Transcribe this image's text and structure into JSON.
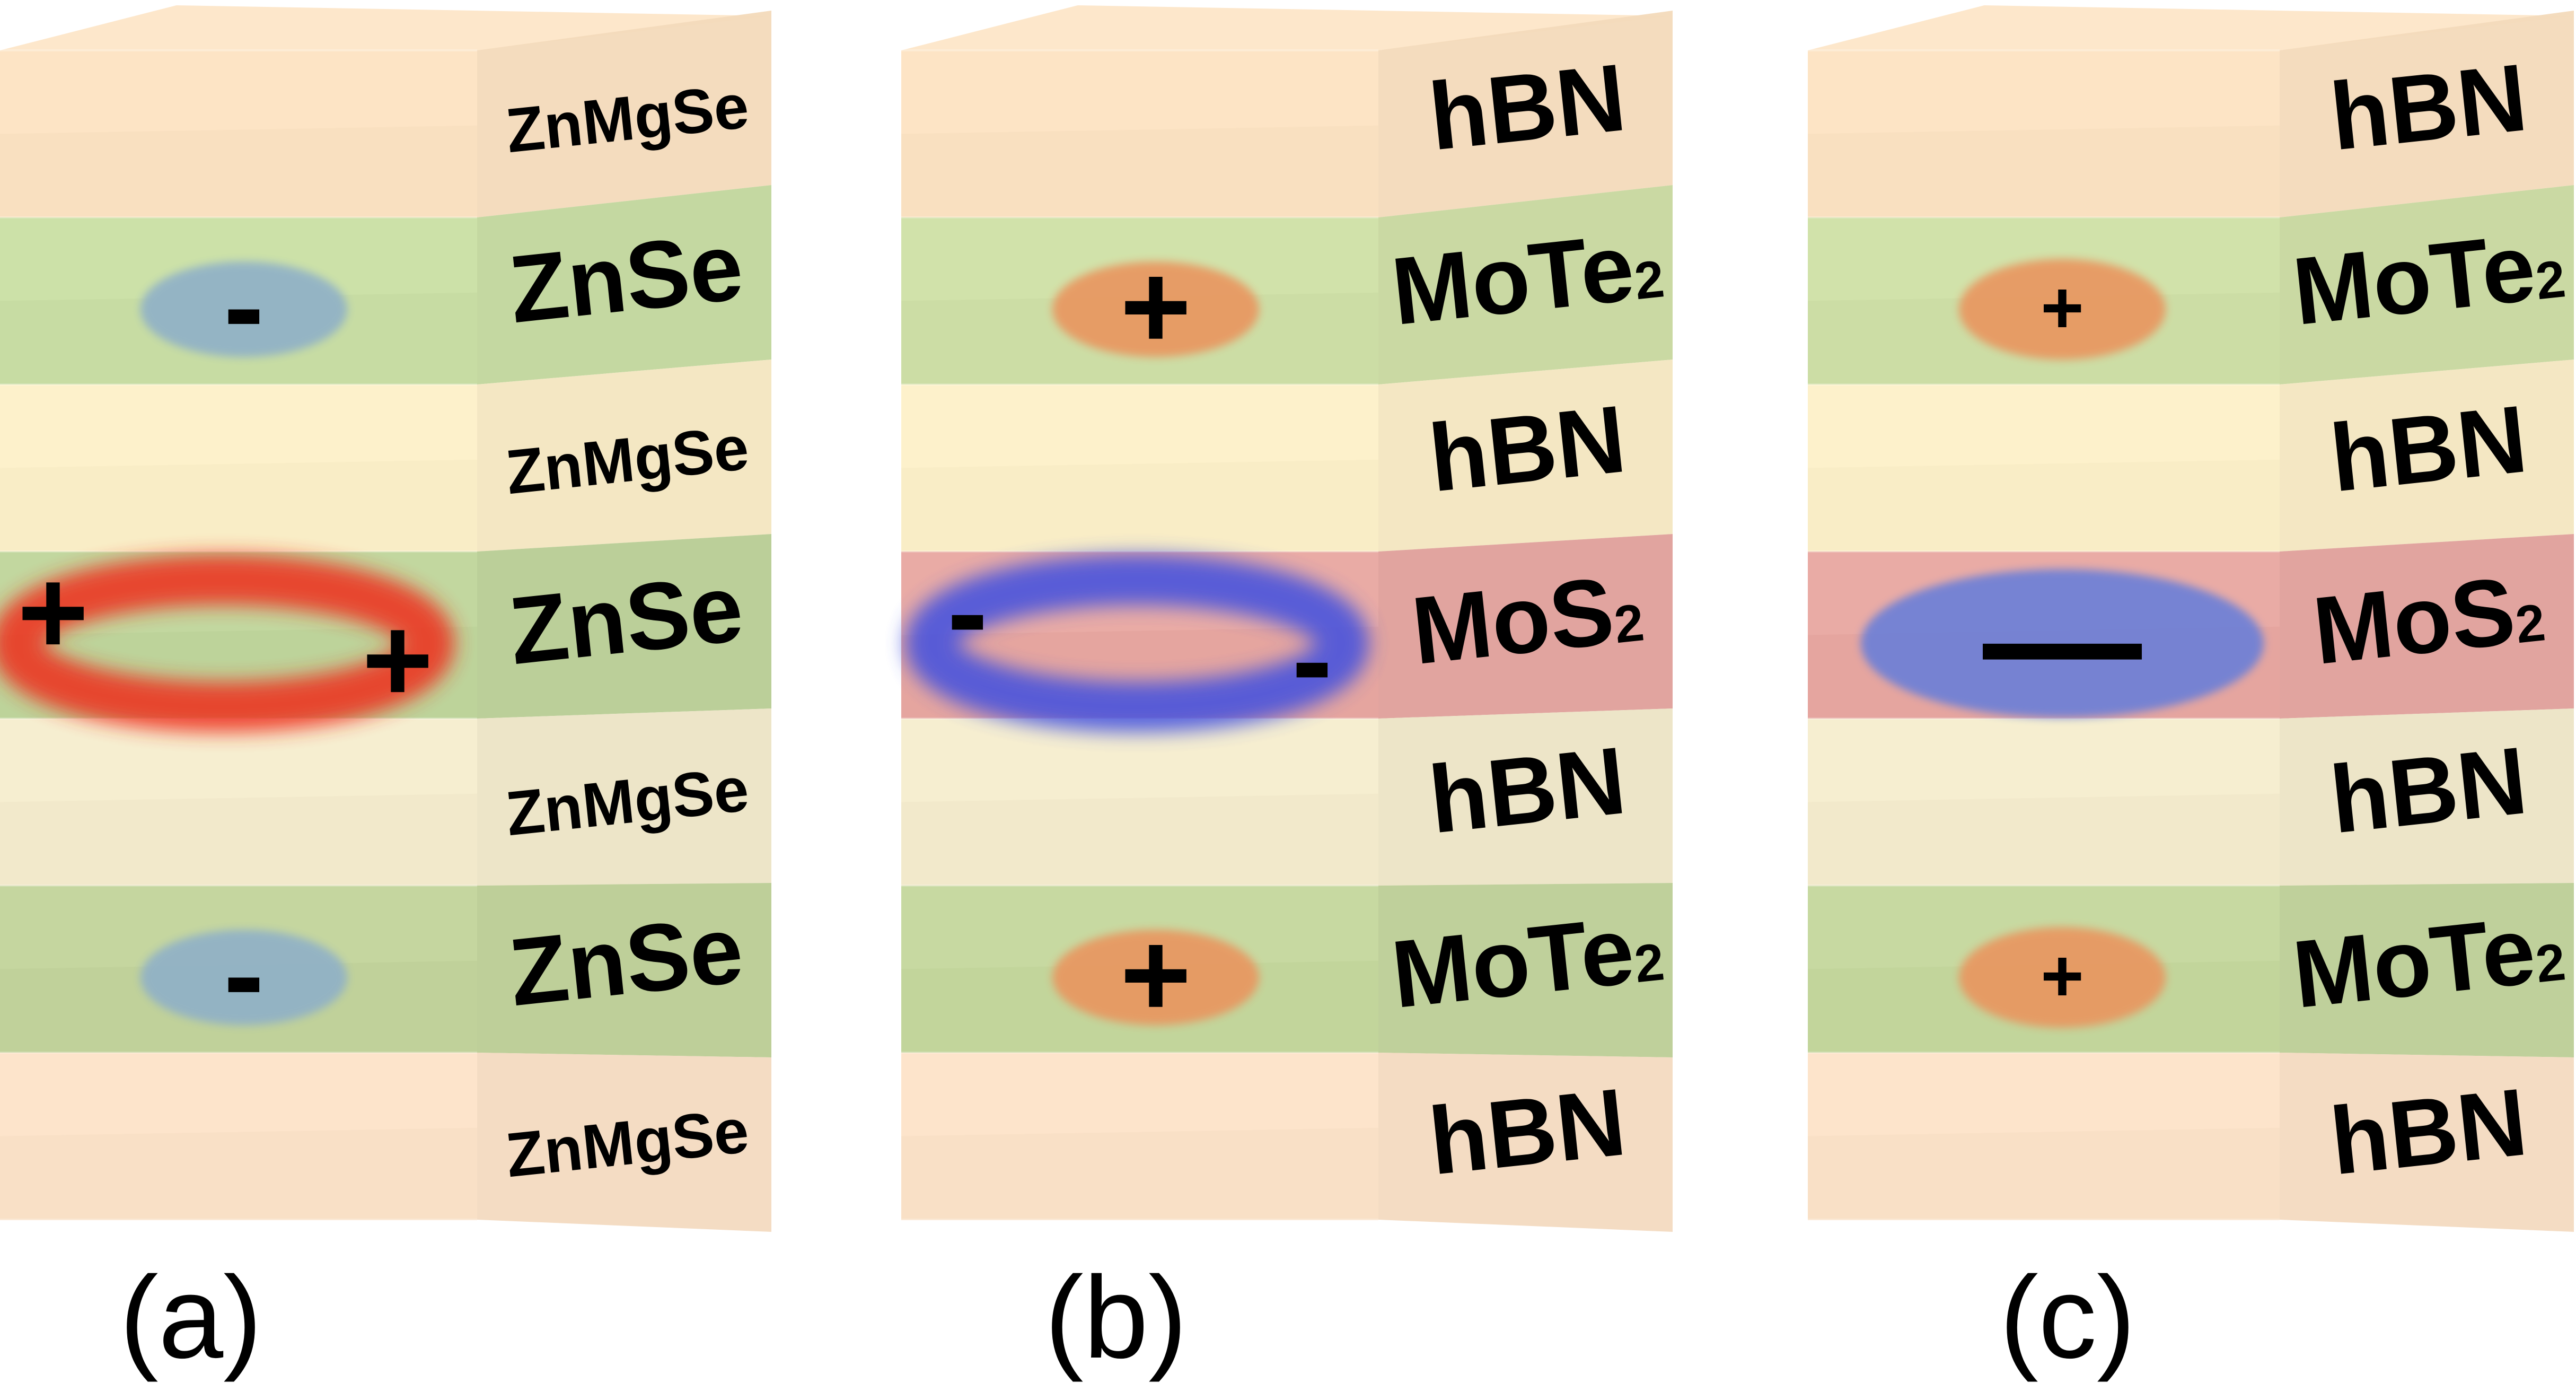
{
  "panels": [
    {
      "label": "(a)",
      "layers": [
        {
          "name": "ZnMgSe",
          "subscript": "",
          "color": "#fde3c2"
        },
        {
          "name": "ZnSe",
          "subscript": "",
          "color": "#c9dfa3"
        },
        {
          "name": "ZnMgSe",
          "subscript": "",
          "color": "#fdf0c8"
        },
        {
          "name": "ZnSe",
          "subscript": "",
          "color": "#bfd59a"
        },
        {
          "name": "ZnMgSe",
          "subscript": "",
          "color": "#f6edcd"
        },
        {
          "name": "ZnSe",
          "subscript": "",
          "color": "#c2d49a"
        },
        {
          "name": "ZnMgSe",
          "subscript": "",
          "color": "#fde3c8"
        }
      ],
      "charges": [
        {
          "layer": 1,
          "kind": "blob",
          "sign": "-",
          "color": "#8fb0c8"
        },
        {
          "layer": 3,
          "kind": "ring",
          "sign": "+",
          "color": "#ee2f1d"
        },
        {
          "layer": 5,
          "kind": "blob",
          "sign": "-",
          "color": "#8fb0c8"
        }
      ]
    },
    {
      "label": "(b)",
      "layers": [
        {
          "name": "hBN",
          "subscript": "",
          "color": "#fde3c2"
        },
        {
          "name": "MoTe",
          "subscript": "2",
          "color": "#cfe0a5"
        },
        {
          "name": "hBN",
          "subscript": "",
          "color": "#fdf0c8"
        },
        {
          "name": "MoS",
          "subscript": "2",
          "color": "#e8a6a0"
        },
        {
          "name": "hBN",
          "subscript": "",
          "color": "#f6edcd"
        },
        {
          "name": "MoTe",
          "subscript": "2",
          "color": "#c4d79c"
        },
        {
          "name": "hBN",
          "subscript": "",
          "color": "#fde3c8"
        }
      ],
      "charges": [
        {
          "layer": 1,
          "kind": "blob",
          "sign": "+",
          "color": "#e9955e"
        },
        {
          "layer": 3,
          "kind": "ring",
          "sign": "-",
          "color": "#3f4fe0"
        },
        {
          "layer": 5,
          "kind": "blob",
          "sign": "+",
          "color": "#e9955e"
        }
      ]
    },
    {
      "label": "(c)",
      "layers": [
        {
          "name": "hBN",
          "subscript": "",
          "color": "#fde3c2"
        },
        {
          "name": "MoTe",
          "subscript": "2",
          "color": "#cfe0a5"
        },
        {
          "name": "hBN",
          "subscript": "",
          "color": "#fdf0c8"
        },
        {
          "name": "MoS",
          "subscript": "2",
          "color": "#e8a6a0"
        },
        {
          "name": "hBN",
          "subscript": "",
          "color": "#f6edcd"
        },
        {
          "name": "MoTe",
          "subscript": "2",
          "color": "#c4d79c"
        },
        {
          "name": "hBN",
          "subscript": "",
          "color": "#fde3c8"
        }
      ],
      "charges": [
        {
          "layer": 1,
          "kind": "blob-small",
          "sign": "+",
          "color": "#e9955e"
        },
        {
          "layer": 3,
          "kind": "blob-large",
          "sign": "—",
          "color": "#6a7fd8"
        },
        {
          "layer": 5,
          "kind": "blob-small",
          "sign": "+",
          "color": "#e9955e"
        }
      ]
    }
  ],
  "colors": {
    "top_face": "#fde3c2",
    "side_face": "#fbecc8",
    "ring_positive": "#ee2f1d",
    "ring_negative": "#3f4fe0"
  }
}
